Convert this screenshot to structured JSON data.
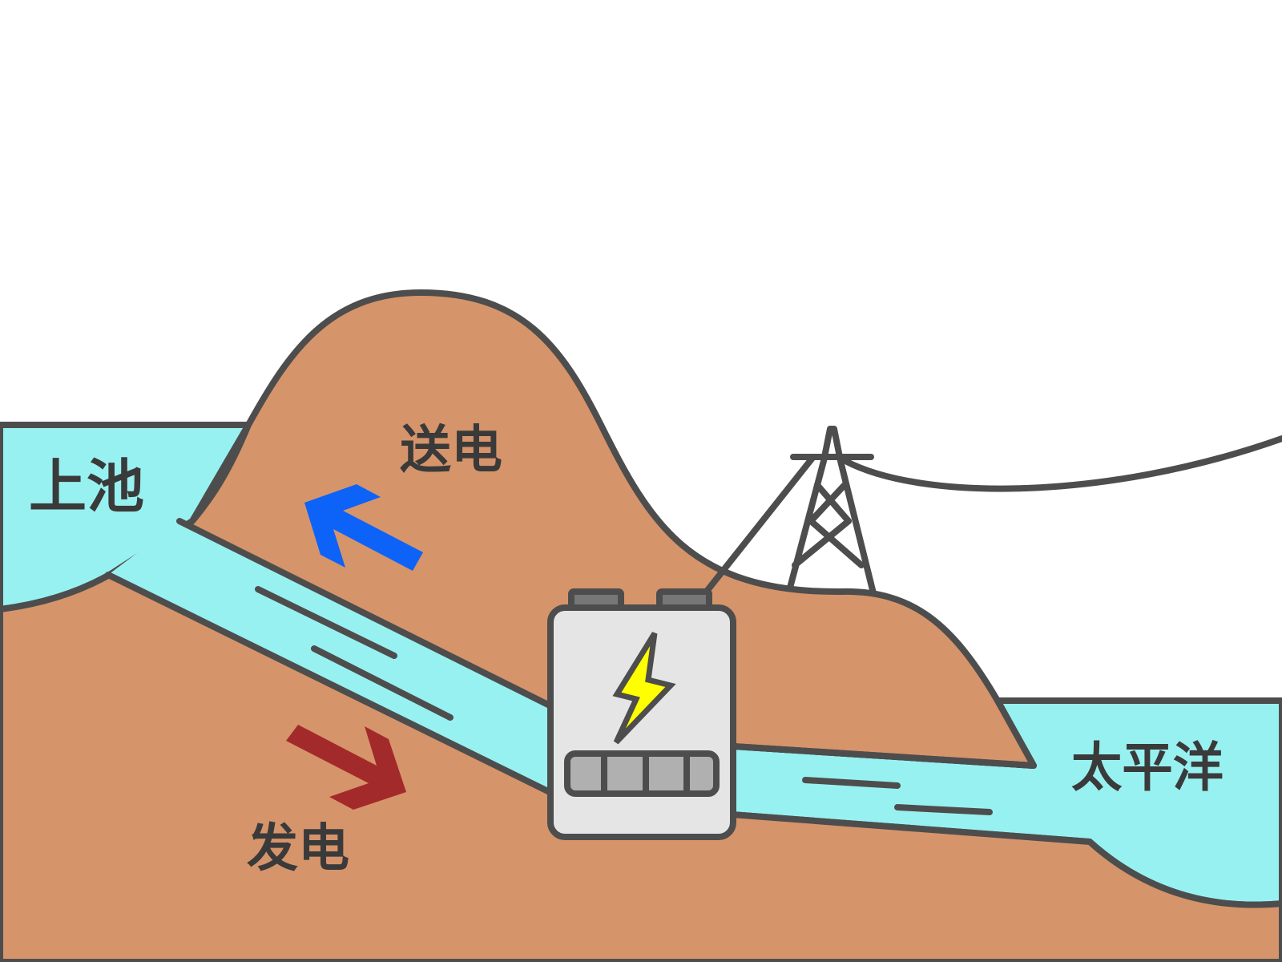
{
  "labels": {
    "upper_reservoir": "上池",
    "send_power": "送电",
    "generate_power": "发电",
    "ocean": "太平洋"
  },
  "colors": {
    "ground": "#d6946b",
    "water": "#98f1f1",
    "outline": "#4d4d4d",
    "sky": "#ffffff",
    "arrow_up": "#0d63f7",
    "arrow_down": "#a32a2a",
    "plant_body": "#e5e5e5",
    "plant_slots": "#b0b0b0",
    "bolt": "#ffff00"
  },
  "icons": {
    "plant": "power-station-icon",
    "bolt": "lightning-bolt-icon",
    "tower": "transmission-tower-icon"
  }
}
